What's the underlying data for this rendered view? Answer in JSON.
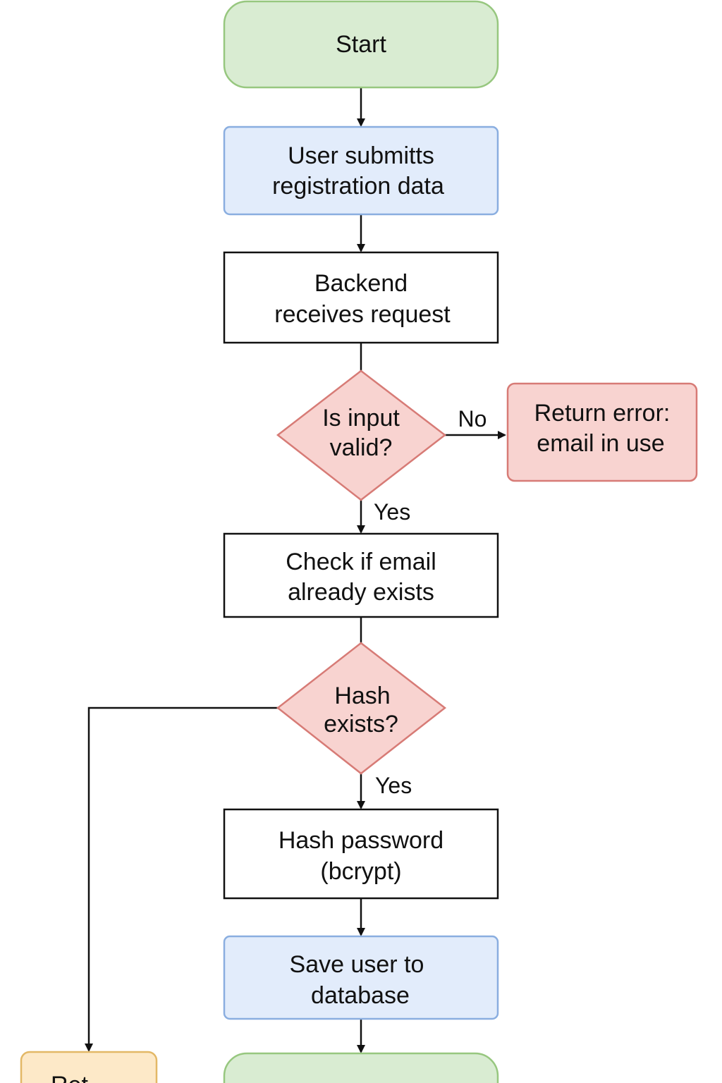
{
  "flowchart": {
    "start": {
      "label": "Start"
    },
    "submit": {
      "line1": "User submitts",
      "line2": "registration data"
    },
    "backend": {
      "line1": "Backend",
      "line2": "receives request"
    },
    "valid_check": {
      "line1": "Is input",
      "line2": "valid?"
    },
    "error": {
      "line1": "Return error:",
      "line2": "email in use"
    },
    "email_check": {
      "line1": "Check if email",
      "line2": "already exists"
    },
    "hash_check": {
      "line1": "Hash",
      "line2": "exists?"
    },
    "hash_password": {
      "line1": "Hash password",
      "line2": "(bcrypt)"
    },
    "save_user": {
      "line1": "Save user to",
      "line2": "database"
    },
    "bottom_left": {
      "label": "Ret"
    },
    "bottom_right": {
      "label": ""
    }
  },
  "edges": {
    "no_label": "No",
    "yes_label_1": "Yes",
    "yes_label_2": "Yes"
  },
  "colors": {
    "terminal_fill": "#d9ecd2",
    "terminal_stroke": "#97c77f",
    "io_fill": "#e2ecfb",
    "io_stroke": "#8aaee0",
    "process_fill": "#ffffff",
    "process_stroke": "#111111",
    "decision_fill": "#f8d3d0",
    "decision_stroke": "#d77b76",
    "error_fill": "#f8d3d0",
    "error_stroke": "#d77b76",
    "alt_fill": "#fde9c8",
    "alt_stroke": "#e3b866"
  }
}
